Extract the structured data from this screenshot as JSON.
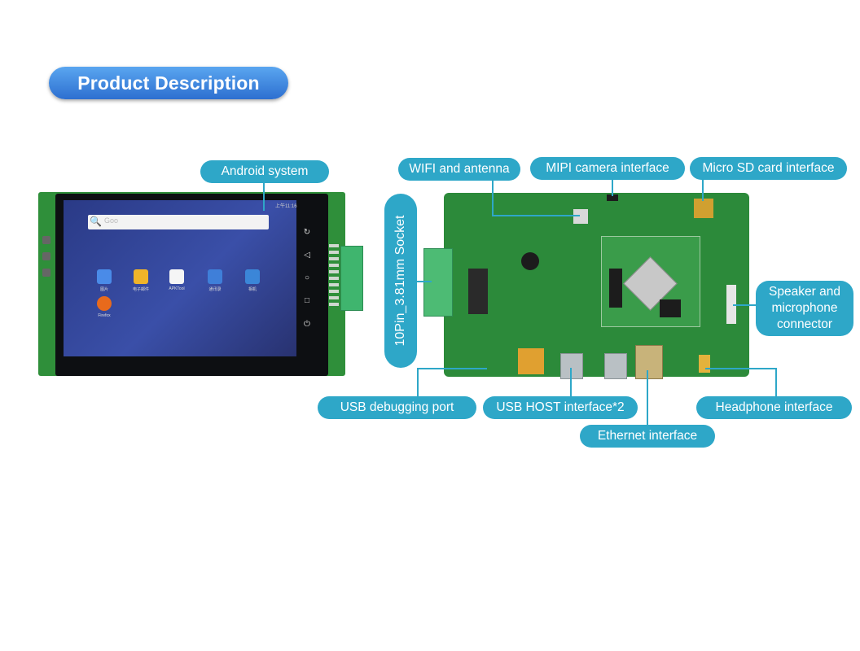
{
  "header": {
    "title": "Product Description"
  },
  "device": {
    "search_placeholder": "Goo",
    "status_time": "上午11:16",
    "apps": [
      {
        "label": "图片",
        "color": "#4a8be8",
        "icon": "photo-icon"
      },
      {
        "label": "电子邮件",
        "color": "#f0b429",
        "icon": "mail-icon"
      },
      {
        "label": "APKTool",
        "color": "#f5f5f5",
        "icon": "apk-icon"
      },
      {
        "label": "通讯录",
        "color": "#3f7fd9",
        "icon": "contacts-icon"
      },
      {
        "label": "相机",
        "color": "#3b86d8",
        "icon": "camera-icon"
      },
      {
        "label": "Firefox",
        "color": "#e86a1c",
        "icon": "firefox-icon"
      }
    ]
  },
  "labels": {
    "android": "Android system",
    "wifi": "WIFI and antenna",
    "mipi": "MIPI camera interface",
    "microsd": "Micro SD card interface",
    "socket": "10Pin_3.81mm Socket",
    "speaker": "Speaker and microphone connector",
    "usb_debug": "USB debugging port",
    "usb_host": "USB HOST interface*2",
    "headphone": "Headphone interface",
    "ethernet": "Ethernet interface"
  },
  "colors": {
    "label_bg": "#2ea7c8",
    "pcb": "#2c8a3a",
    "title_grad_top": "#5aa6f0",
    "title_grad_bottom": "#2d6fd0"
  }
}
